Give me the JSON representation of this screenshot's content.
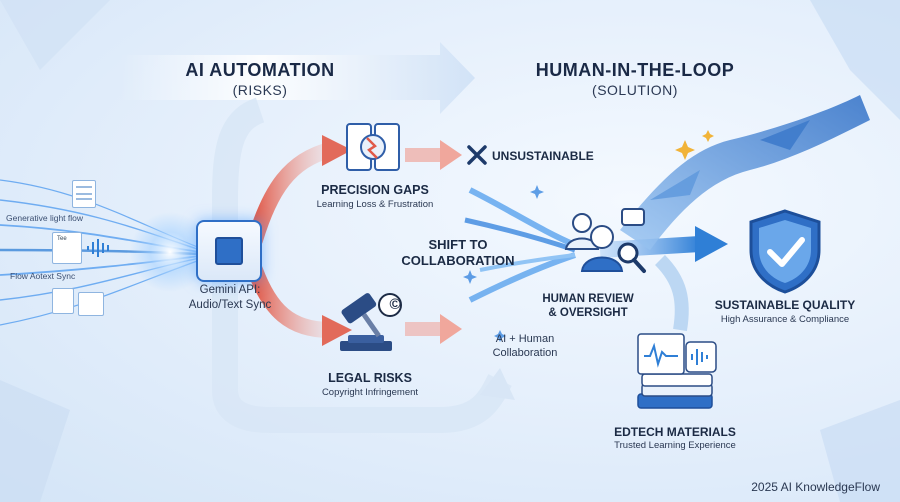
{
  "header": {
    "left_title": "AI AUTOMATION",
    "left_sub": "(RISKS)",
    "right_title": "HUMAN-IN-THE-LOOP",
    "right_sub": "(SOLUTION)"
  },
  "source": {
    "label_top": "Generative light flow",
    "label_mid": "Flow Aotext Sync",
    "doc_text": "Tee",
    "chip_title": "Gemini API:",
    "chip_sub": "Audio/Text Sync"
  },
  "risks": {
    "precision_title": "PRECISION GAPS",
    "precision_sub": "Learning Loss & Frustration",
    "legal_title": "LEGAL RISKS",
    "legal_sub": "Copyright Infringement",
    "outcome": "UNSUSTAINABLE",
    "copyright_symbol": "©"
  },
  "shift": {
    "line1": "SHIFT TO",
    "line2": "COLLABORATION"
  },
  "human": {
    "review_line1": "HUMAN REVIEW",
    "review_line2": "& OVERSIGHT",
    "collab_line1": "AI + Human",
    "collab_line2": "Collaboration"
  },
  "outcomes": {
    "quality_title": "SUSTAINABLE QUALITY",
    "quality_sub": "High Assurance & Compliance",
    "edtech_title": "EDTECH MATERIALS",
    "edtech_sub": "Trusted Learning Experience"
  },
  "footer": "2025 AI KnowledgeFlow",
  "colors": {
    "accent_blue": "#2f7fd6",
    "risk_red": "#e05a4a",
    "navy": "#1a2946"
  }
}
